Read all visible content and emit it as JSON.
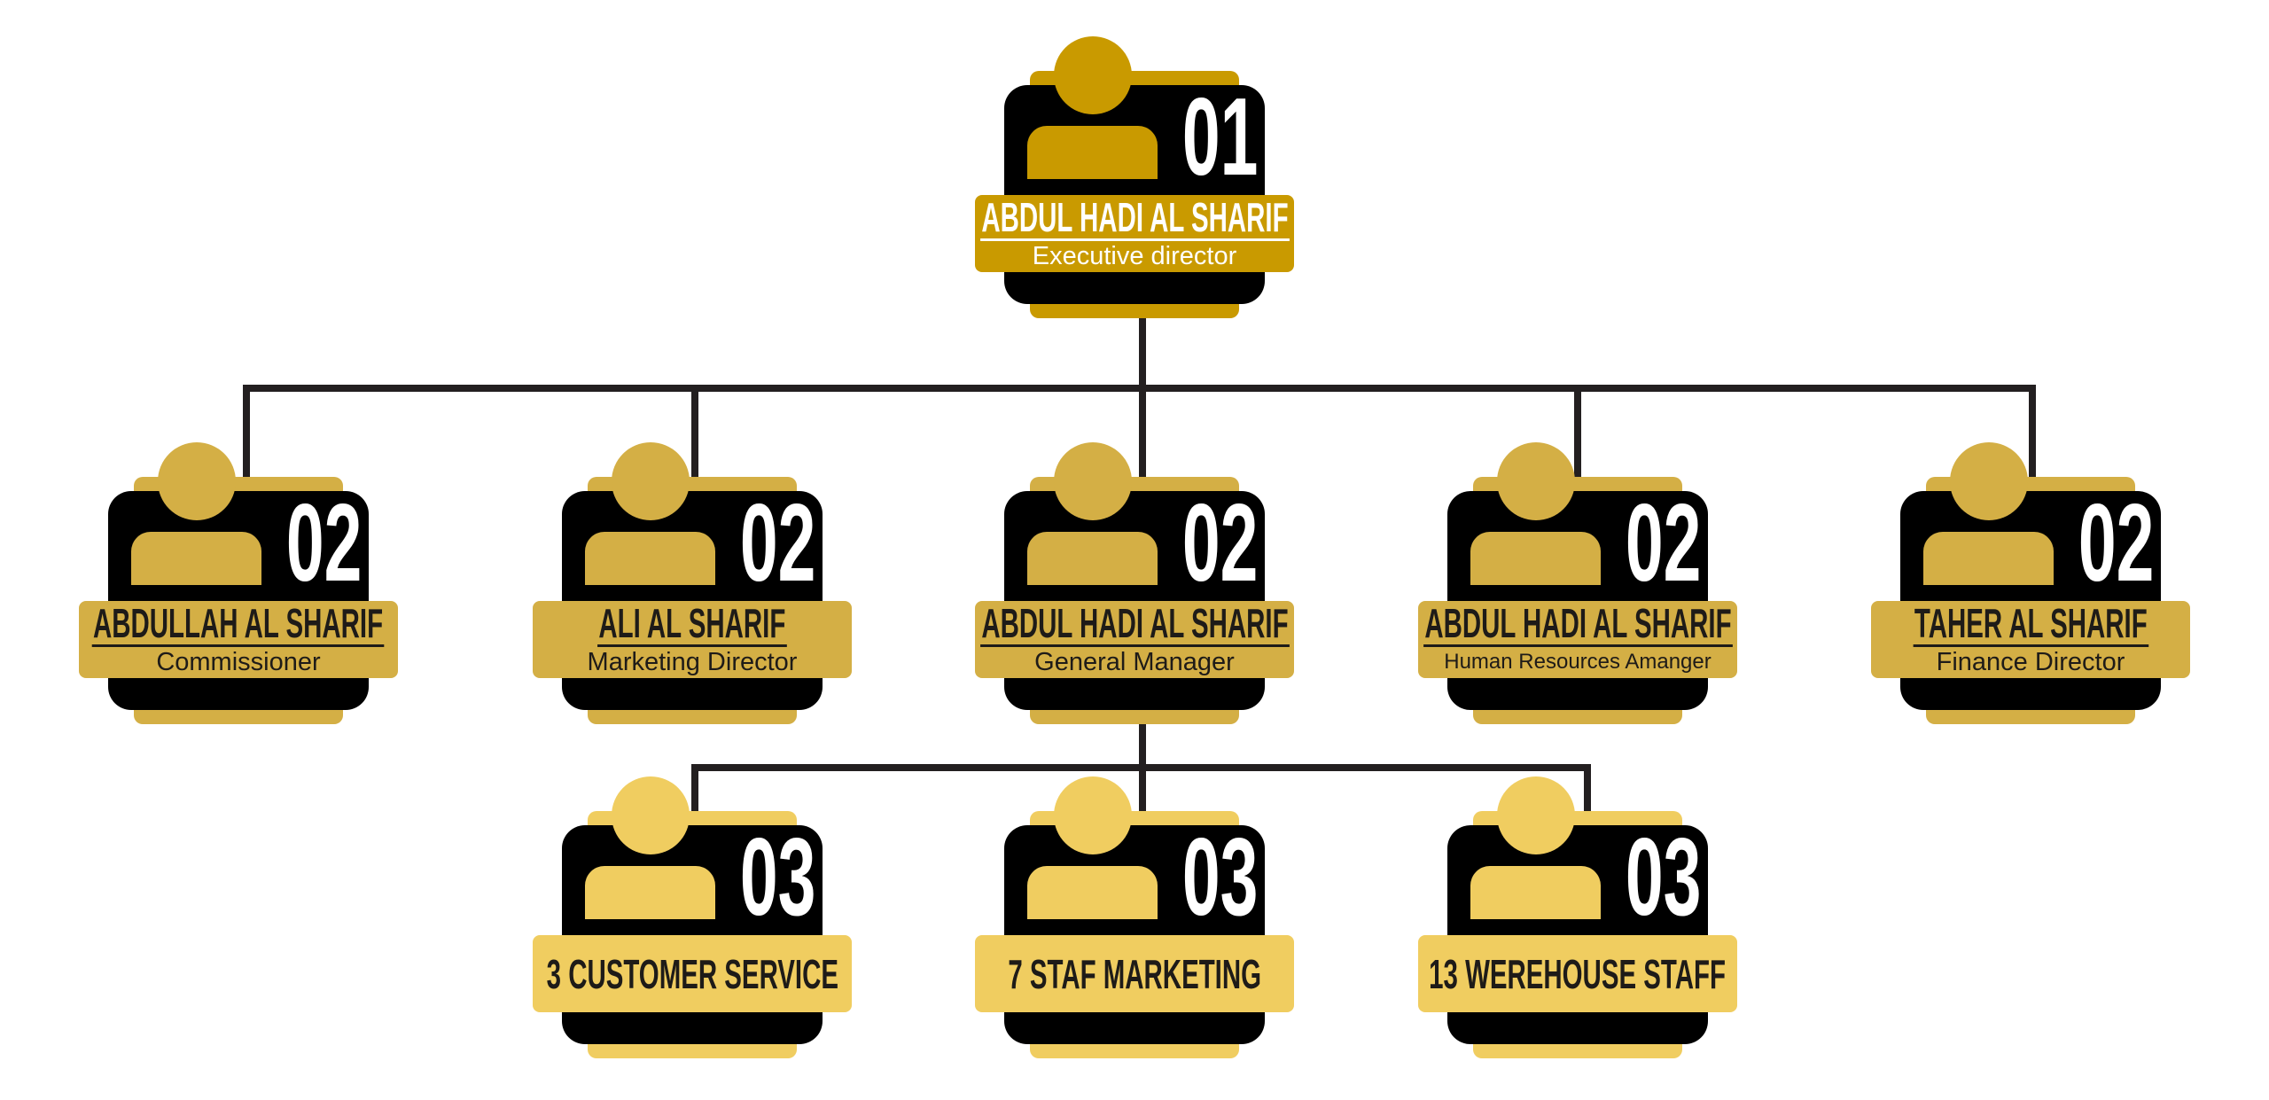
{
  "colors": {
    "level1": "#c99a00",
    "level2": "#d4af45",
    "level3": "#f0cd60",
    "card": "#000000",
    "connector": "#231f20"
  },
  "icons": {
    "person": "person-icon"
  },
  "level1": [
    {
      "number": "01",
      "name": "ABDUL HADI AL SHARIF",
      "role": "Executive director"
    }
  ],
  "level2": [
    {
      "number": "02",
      "name": "ABDULLAH AL SHARIF",
      "role": "Commissioner"
    },
    {
      "number": "02",
      "name": "ALI AL SHARIF",
      "role": "Marketing Director"
    },
    {
      "number": "02",
      "name": "ABDUL HADI AL SHARIF",
      "role": "General Manager"
    },
    {
      "number": "02",
      "name": "ABDUL HADI AL SHARIF",
      "role": "Human Resources Amanger"
    },
    {
      "number": "02",
      "name": "TAHER AL SHARIF",
      "role": "Finance Director"
    }
  ],
  "level3": [
    {
      "number": "03",
      "label": "3 CUSTOMER SERVICE"
    },
    {
      "number": "03",
      "label": "7 STAF MARKETING"
    },
    {
      "number": "03",
      "label": "13 WEREHOUSE STAFF"
    }
  ]
}
